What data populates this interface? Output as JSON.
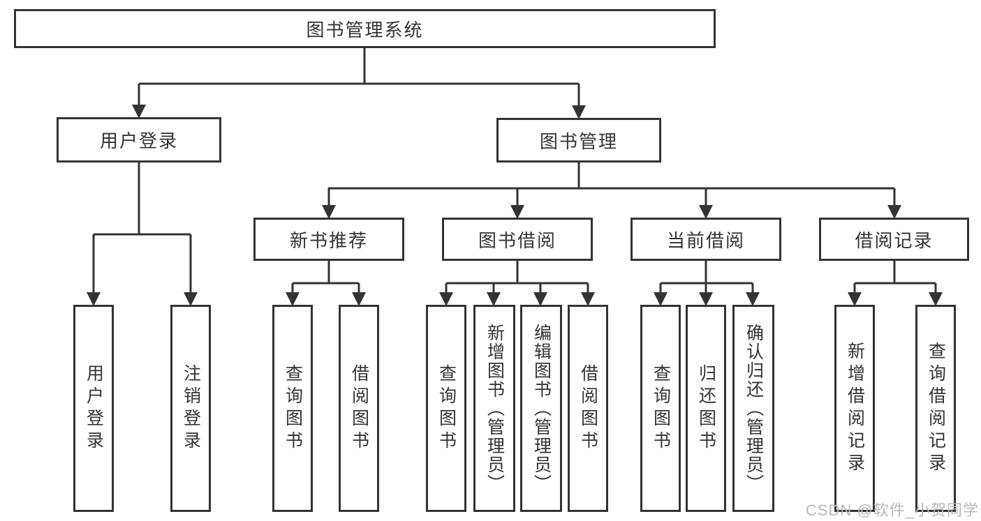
{
  "diagram": {
    "type": "tree",
    "root": {
      "label": "图书管理系统",
      "children": [
        {
          "label": "用户登录",
          "children": [
            {
              "label": "用户登录"
            },
            {
              "label": "注销登录"
            }
          ]
        },
        {
          "label": "图书管理",
          "children": [
            {
              "label": "新书推荐",
              "children": [
                {
                  "label": "查询图书"
                },
                {
                  "label": "借阅图书"
                }
              ]
            },
            {
              "label": "图书借阅",
              "children": [
                {
                  "label": "查询图书"
                },
                {
                  "label": "新增图书（管理员）"
                },
                {
                  "label": "编辑图书（管理员）"
                },
                {
                  "label": "借阅图书"
                }
              ]
            },
            {
              "label": "当前借阅",
              "children": [
                {
                  "label": "查询图书"
                },
                {
                  "label": "归还图书"
                },
                {
                  "label": "确认归还（管理员）"
                }
              ]
            },
            {
              "label": "借阅记录",
              "children": [
                {
                  "label": "新增借阅记录"
                },
                {
                  "label": "查询借阅记录"
                }
              ]
            }
          ]
        }
      ]
    }
  },
  "watermark": {
    "text": "CSDN @软件_小贺同学"
  },
  "colors": {
    "line": "#333333",
    "box_border": "#333333",
    "text": "#333333",
    "background": "#ffffff",
    "watermark": "#b9b9b9"
  }
}
